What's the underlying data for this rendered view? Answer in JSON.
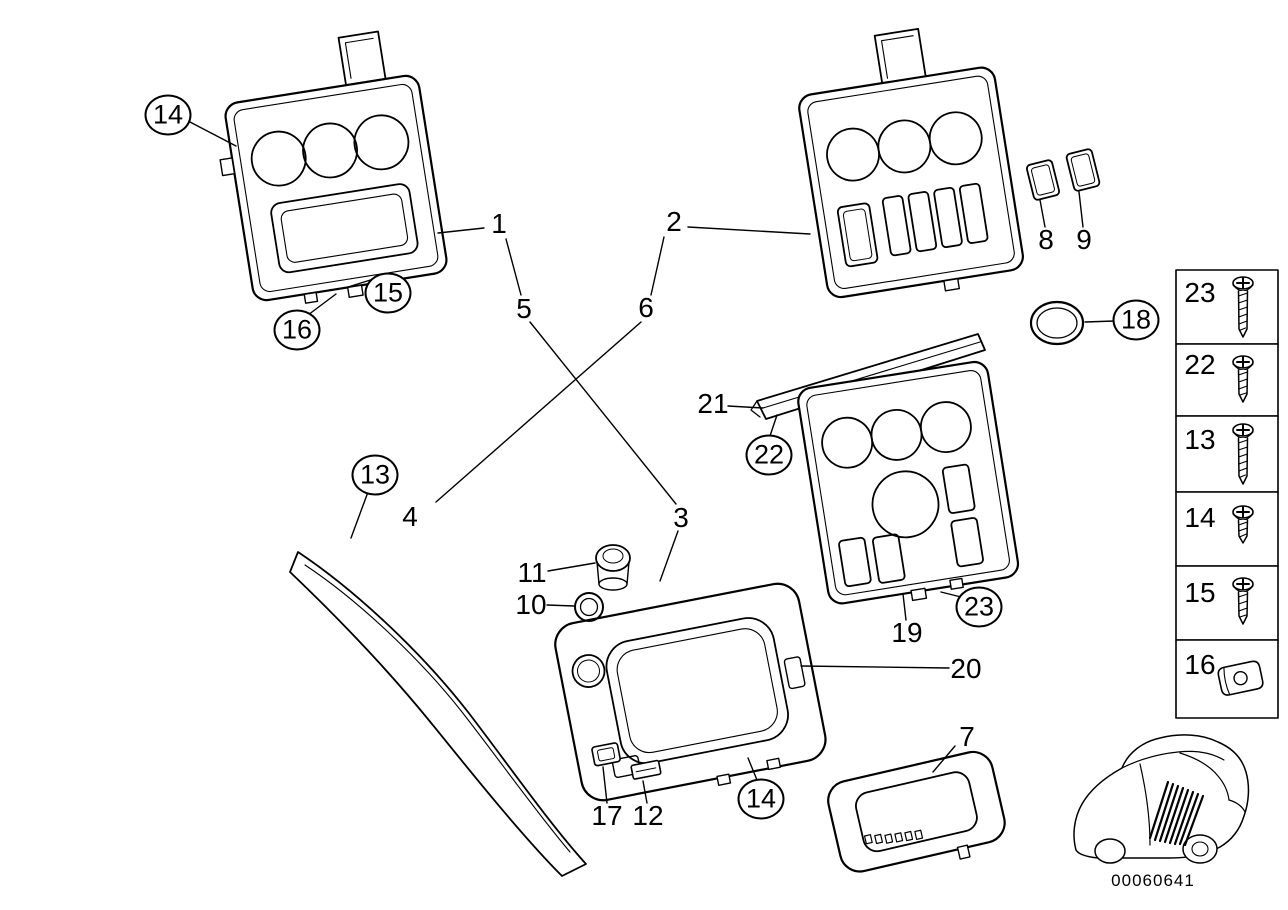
{
  "figure": {
    "code": "00060641"
  },
  "callouts": {
    "plain": {
      "1": "1",
      "2": "2",
      "3": "3",
      "4": "4",
      "5": "5",
      "6": "6",
      "7": "7",
      "8": "8",
      "9": "9",
      "10": "10",
      "11": "11",
      "12": "12",
      "17": "17",
      "19": "19",
      "20": "20",
      "21": "21"
    },
    "circled": {
      "13": "13",
      "14": "14",
      "15": "15",
      "16": "16",
      "18": "18",
      "22": "22",
      "23": "23"
    }
  },
  "legend": {
    "items": [
      {
        "number": "23",
        "icon": "phillips-screw-long-icon"
      },
      {
        "number": "22",
        "icon": "phillips-screw-medium-icon"
      },
      {
        "number": "13",
        "icon": "phillips-screw-long-icon"
      },
      {
        "number": "14",
        "icon": "phillips-screw-short-icon"
      },
      {
        "number": "15",
        "icon": "phillips-screw-medium-icon"
      },
      {
        "number": "16",
        "icon": "clip-nut-icon"
      }
    ]
  }
}
